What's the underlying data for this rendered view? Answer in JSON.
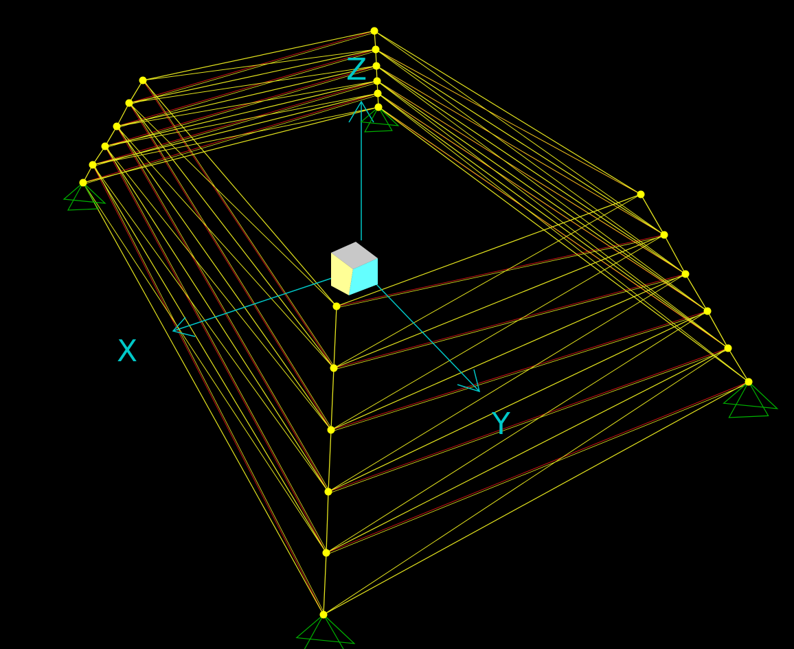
{
  "viewport": {
    "background": "#000000",
    "colors": {
      "member": "#e6e61e",
      "bracing": "#c81414",
      "node": "#ffff00",
      "axis": "#00c8c8",
      "support": "#00b400",
      "cube_top": "#c8c8c8",
      "cube_left": "#ffff96",
      "cube_right": "#64ffff"
    },
    "axes": {
      "x_label": "X",
      "y_label": "Y",
      "z_label": "Z"
    },
    "icons": {
      "support": "pin-support-icon",
      "view_cube": "view-cube-icon"
    }
  }
}
